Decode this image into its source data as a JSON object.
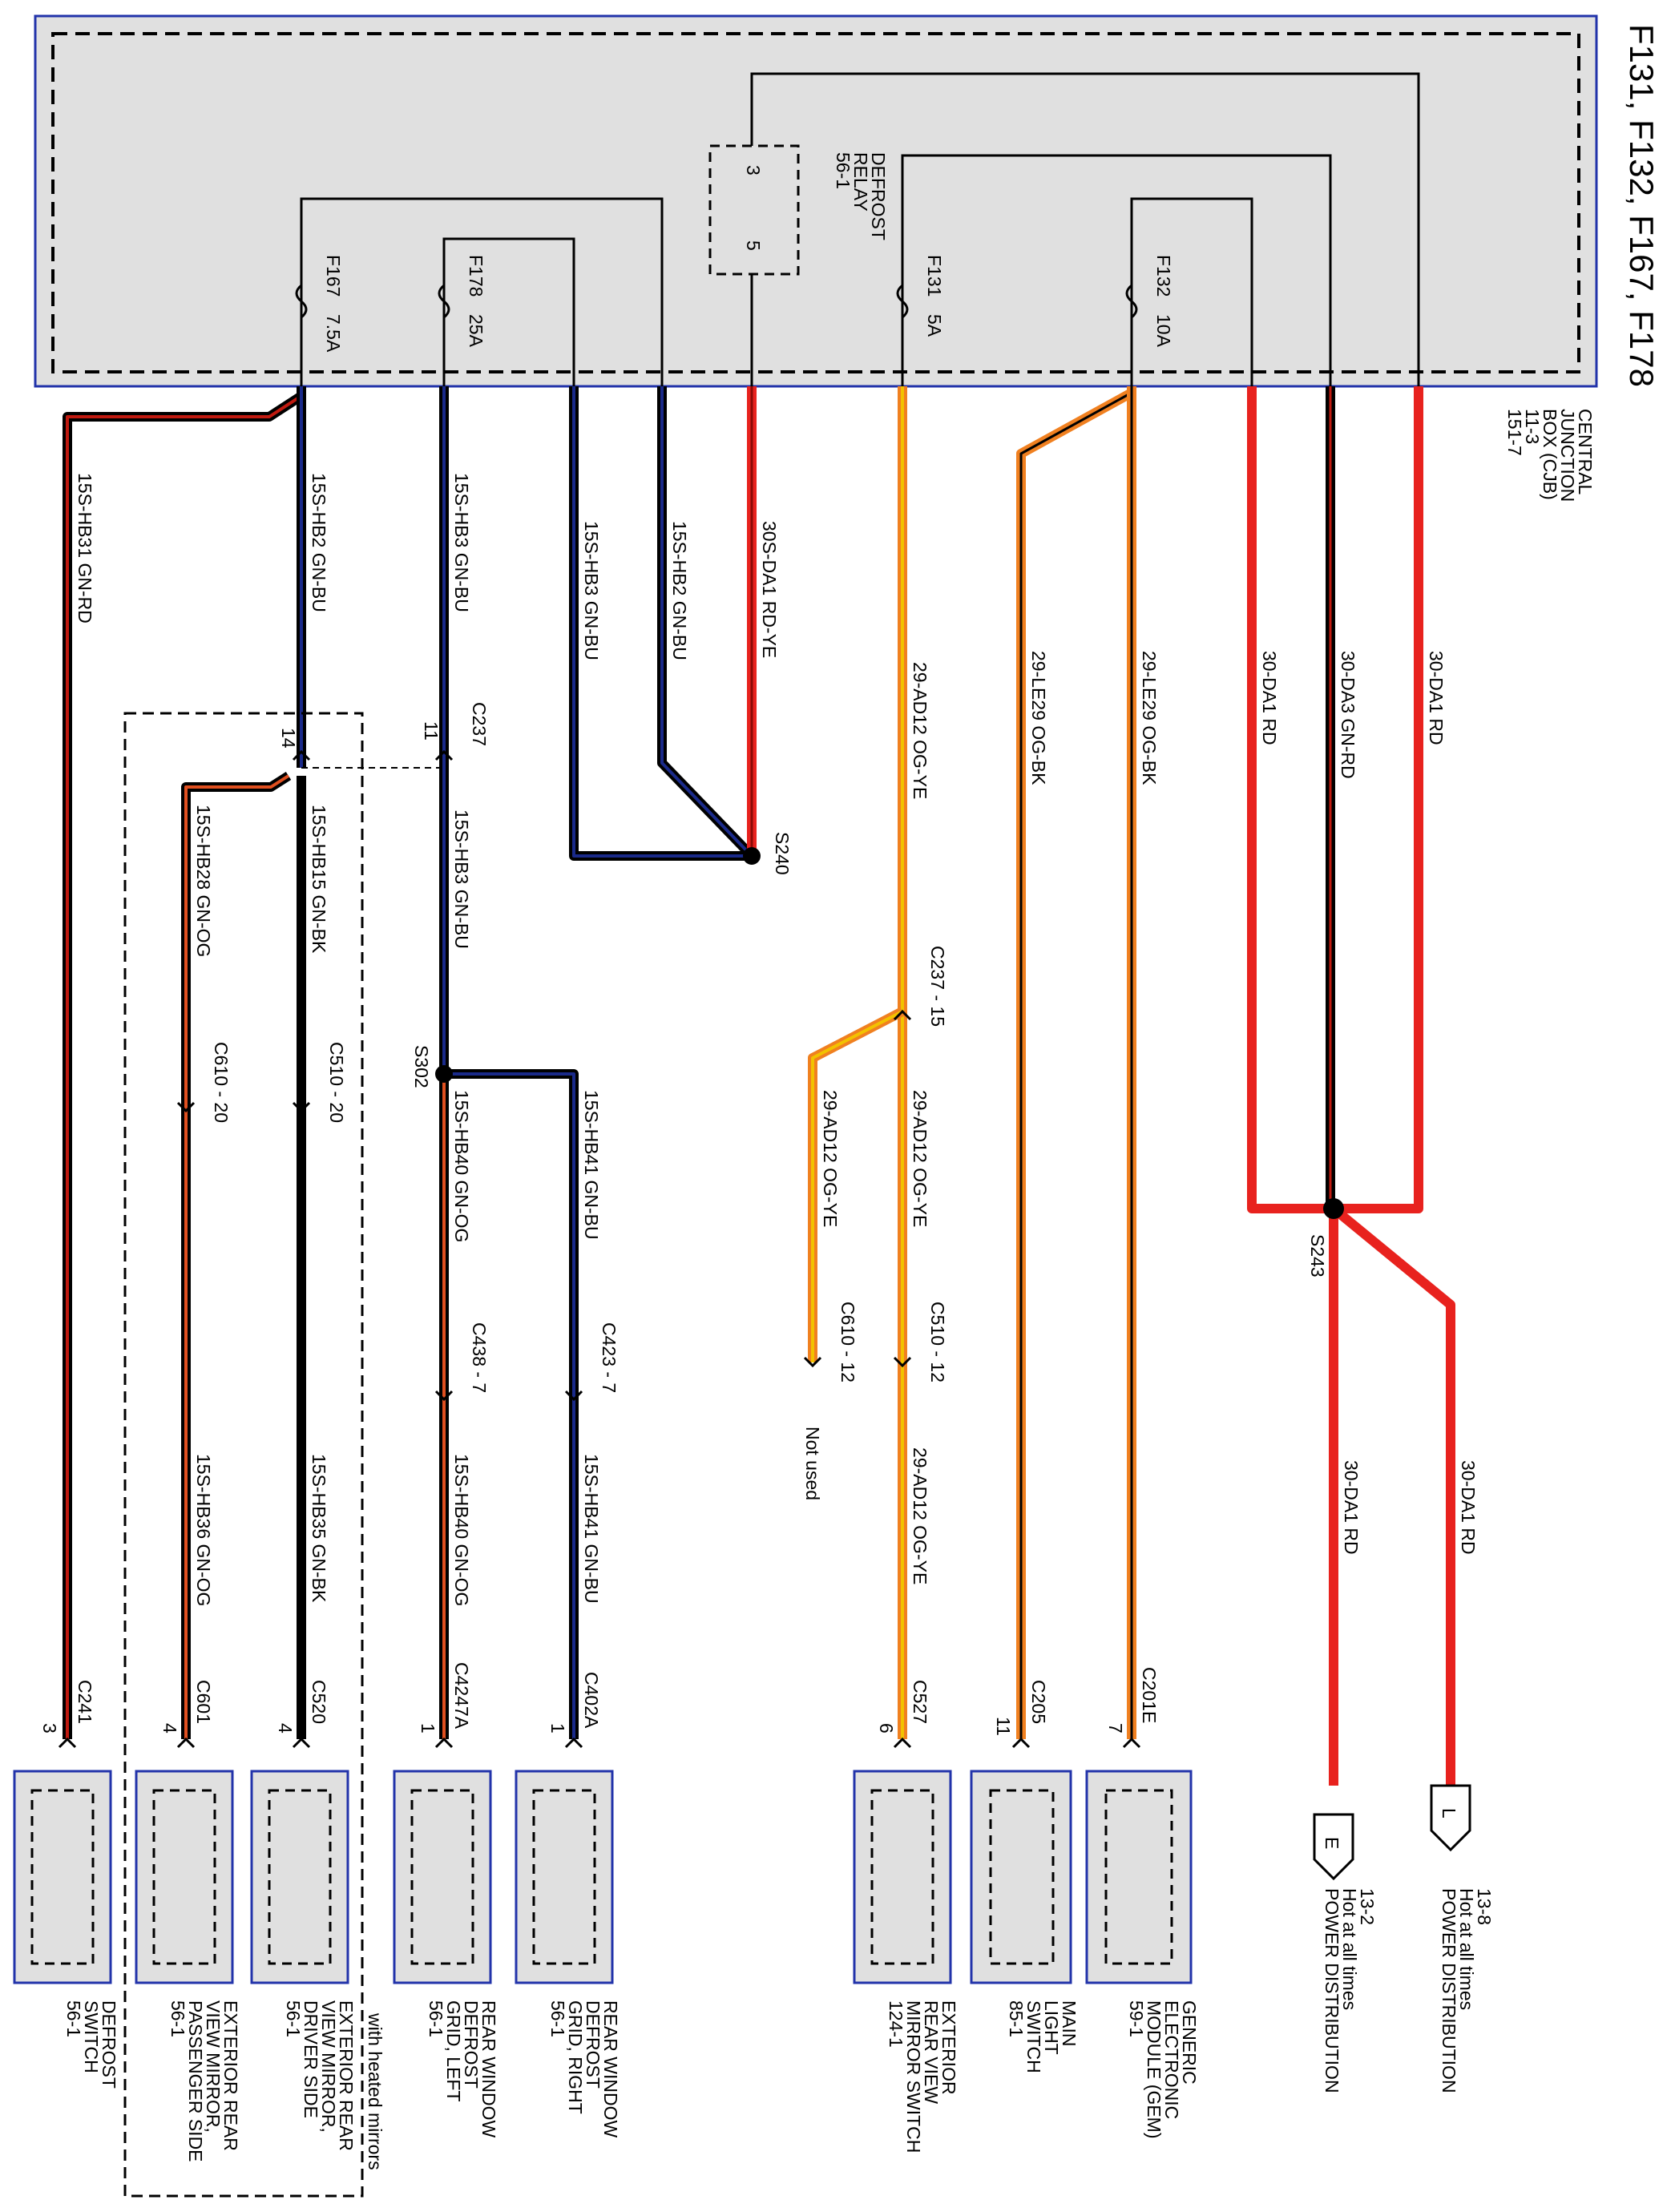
{
  "title": "F131, F132, F167, F178",
  "cjb": {
    "lines": [
      "CENTRAL",
      "JUNCTION",
      "BOX (CJB)",
      "11-3",
      "151-7"
    ]
  },
  "relay": {
    "lines": [
      "DEFROST",
      "RELAY",
      "56-1"
    ],
    "pin_a": "3",
    "pin_b": "5"
  },
  "fuses": [
    {
      "id": "f167",
      "name": "F167",
      "rating": "7.5A"
    },
    {
      "id": "f178",
      "name": "F178",
      "rating": "25A"
    },
    {
      "id": "f131",
      "name": "F131",
      "rating": "5A"
    },
    {
      "id": "f132",
      "name": "F132",
      "rating": "10A"
    }
  ],
  "wire_labels": {
    "hb31": "15S-HB31  GN-RD",
    "hb2_left": "15S-HB2   GN-BU",
    "hb3_left": "15S-HB3   GN-BU",
    "hb3_mid": "15S-HB3   GN-BU",
    "hb2_mid": "15S-HB2   GN-BU",
    "da1_relay": "30S-DA1   RD-YE",
    "ad12_top": "29-AD12  OG-YE",
    "le29_a": "29-LE29   OG-BK",
    "le29_b": "29-LE29   OG-BK",
    "da1_a": "30-DA1     RD",
    "da3": "30-DA3    GN-RD",
    "da1_b": "30-DA1     RD",
    "hb28": "15S-HB28    GN-OG",
    "hb15": "15S-HB15    GN-BK",
    "hb3_low": "15S-HB3        GN-BU",
    "hb40": "15S-HB40  GN-OG",
    "hb41": "15S-HB41  GN-BU",
    "ad12_left": "29-AD12   OG-YE",
    "ad12_mid": "29-AD12   OG-YE",
    "hb36": "15S-HB36  GN-OG",
    "hb35": "15S-HB35  GN-BK",
    "hb40_low": "15S-HB40  GN-OG",
    "hb41_low": "15S-HB41  GN-BU",
    "ad12_low": "29-AD12   OG-YE",
    "da1_low_a": "30-DA1     RD",
    "da1_low_b": "30-DA1     RD"
  },
  "connectors": {
    "pin14": "14",
    "pin11": "11",
    "c237": "C237",
    "c237_15": "C237  -  15",
    "c610_20": "C610  -  20",
    "c510_20": "C510  -  20",
    "c438_7": "C438  -  7",
    "c423_7": "C423  -  7",
    "c610_12": "C610  -  12",
    "c510_12": "C510  -  12",
    "not_used": "Not used",
    "c241": "C241",
    "c601": "C601",
    "c520": "C520",
    "c4247a": "C4247A",
    "c402a": "C402A",
    "c527": "C527",
    "c205": "C205",
    "c201e": "C201E",
    "pin_c241": "3",
    "pin_c601": "4",
    "pin_c520": "4",
    "pin_c4247a": "1",
    "pin_c402a": "1",
    "pin_c527": "6",
    "pin_c205": "11",
    "pin_c201e": "7"
  },
  "splices": {
    "s240": "S240",
    "s302": "S302",
    "s243": "S243"
  },
  "components": [
    {
      "id": "defrost-switch",
      "lines": [
        "DEFROST",
        "SWITCH",
        "56-1"
      ]
    },
    {
      "id": "mirror-passenger",
      "lines": [
        "EXTERIOR REAR",
        "VIEW MIRROR,",
        "PASSENGER SIDE",
        "56-1"
      ]
    },
    {
      "id": "mirror-driver",
      "lines": [
        "EXTERIOR REAR",
        "VIEW MIRROR,",
        "DRIVER SIDE",
        "56-1"
      ]
    },
    {
      "id": "grid-left",
      "lines": [
        "REAR WINDOW",
        "DEFROST",
        "GRID, LEFT",
        "56-1"
      ]
    },
    {
      "id": "grid-right",
      "lines": [
        "REAR WINDOW",
        "DEFROST",
        "GRID, RIGHT",
        "56-1"
      ]
    },
    {
      "id": "mirror-switch",
      "lines": [
        "EXTERIOR",
        "REAR VIEW",
        "MIRROR SWITCH",
        "124-1"
      ]
    },
    {
      "id": "main-light-switch",
      "lines": [
        "MAIN",
        "LIGHT",
        "SWITCH",
        "85-1"
      ]
    },
    {
      "id": "gem",
      "lines": [
        "GENERIC",
        "ELECTRONIC",
        "MODULE (GEM)",
        "59-1"
      ]
    }
  ],
  "heated_note": "with heated mirrors",
  "power_refs": [
    {
      "id": "ref-e",
      "letter": "E",
      "lines": [
        "13-2",
        "Hot at all times",
        "POWER DISTRIBUTION"
      ]
    },
    {
      "id": "ref-l",
      "letter": "L",
      "lines": [
        "13-8",
        "Hot at all times",
        "POWER DISTRIBUTION"
      ]
    }
  ],
  "colors": {
    "cjb_border": "#2233aa",
    "box_fill": "#e0e0e0",
    "red": "#e8221e",
    "dark_red": "#b01a10",
    "navy": "#111a66",
    "orange": "#f08020",
    "yellow": "#f2c200",
    "black": "#000000"
  }
}
